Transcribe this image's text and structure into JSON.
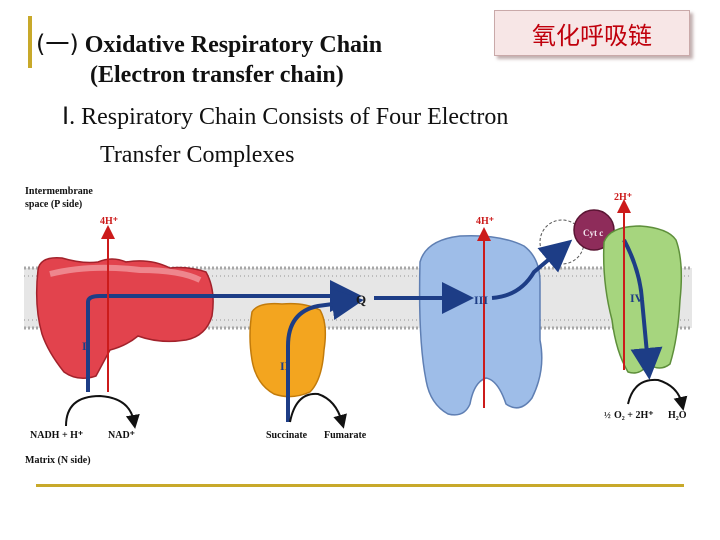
{
  "title": {
    "chinese": "氧化呼吸链",
    "line1_prefix": "(一)",
    "line1_text": "Oxidative Respiratory Chain",
    "line2": "(Electron transfer chain)"
  },
  "subtitle": {
    "numeral": "Ⅰ.",
    "line1_text": "Respiratory Chain Consists of Four Electron",
    "line2": "Transfer Complexes"
  },
  "diagram": {
    "intermembrane_line1": "Intermembrane",
    "intermembrane_line2": "space (P side)",
    "matrix_label": "Matrix (N side)",
    "complex_i": "I",
    "complex_ii": "II",
    "complex_iii": "III",
    "complex_iv": "IV",
    "q_label": "Q",
    "cyt_label": "Cyt c",
    "proton_4h_1": "4H⁺",
    "proton_4h_2": "4H⁺",
    "proton_2h": "2H⁺",
    "nadh": "NADH + H⁺",
    "nad": "NAD⁺",
    "succinate": "Succinate",
    "fumarate": "Fumarate",
    "o2_half": "½",
    "o2_rest": "O₂ + 2H⁺",
    "water": "H₂O",
    "colors": {
      "complex_i": "#e2434d",
      "complex_ii": "#f3a51f",
      "complex_iii": "#9ebde8",
      "complex_iv": "#a6d57e",
      "cyt_c": "#8e2c5a",
      "arrow": "#1d3d86",
      "proton": "#cc1b1b",
      "membrane": "#a7a7a7"
    }
  }
}
